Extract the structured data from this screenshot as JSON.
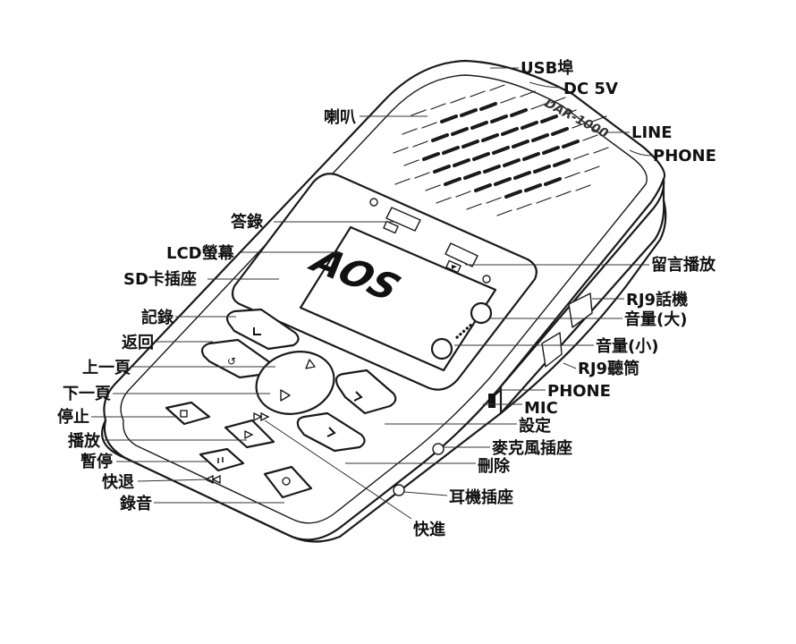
{
  "device": {
    "model": "DAR-1000",
    "screen_logo": "AOS"
  },
  "labels": {
    "usb_port": "USB埠",
    "dc_5v": "DC 5V",
    "line": "LINE",
    "phone_top": "PHONE",
    "speaker": "喇叭",
    "answer_record": "答錄",
    "lcd_screen": "LCD螢幕",
    "sd_slot": "SD卡插座",
    "message_playback": "留言播放",
    "rj9_phone": "RJ9話機",
    "volume_up": "音量(大)",
    "volume_down": "音量(小)",
    "rj9_handset": "RJ9聽筒",
    "phone_side": "PHONE",
    "mic": "MIC",
    "settings": "設定",
    "mic_jack": "麥克風插座",
    "delete": "刪除",
    "earphone_jack": "耳機插座",
    "fast_forward": "快進",
    "record_log": "記錄",
    "back": "返回",
    "prev_page": "上一頁",
    "next_page": "下一頁",
    "stop": "停止",
    "play": "播放",
    "pause": "暫停",
    "rewind": "快退",
    "recording": "錄音"
  }
}
